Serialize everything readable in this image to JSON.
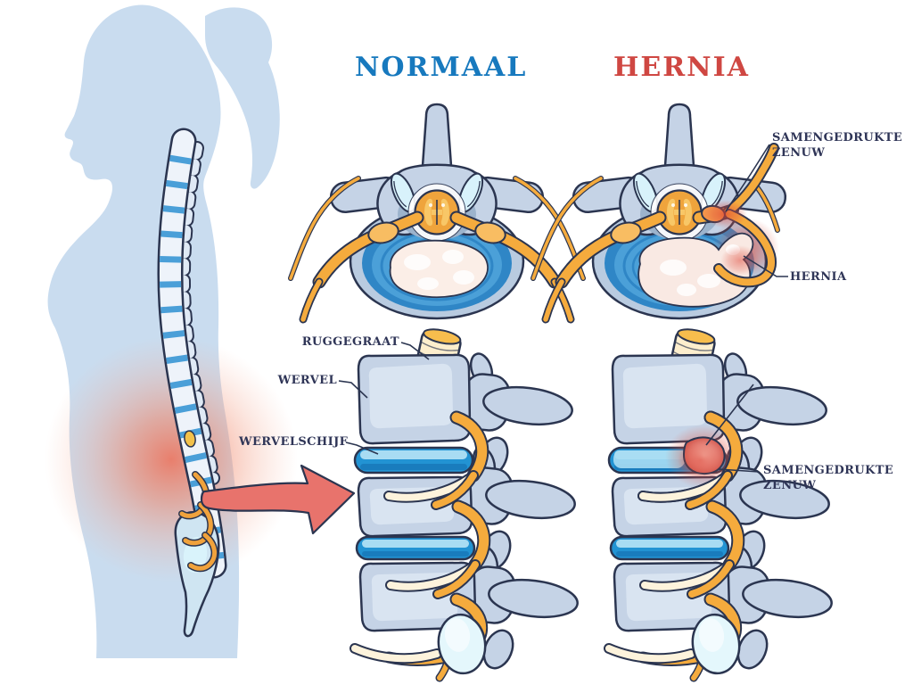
{
  "headers": {
    "normal": "NORMAAL",
    "hernia": "HERNIA"
  },
  "annotations": {
    "compressed_nerve_top": {
      "line1": "SAMENGEDRUKTE",
      "line2": "ZENUW"
    },
    "hernia_pointer": "HERNIA",
    "spinal_cord": "RUGGEGRAAT",
    "vertebra": "WERVEL",
    "disc": "WERVELSCHIJF",
    "compressed_nerve_bottom": {
      "line1": "SAMENGEDRUKTE",
      "line2": "ZENUW"
    }
  },
  "colors": {
    "header_normal": "#1779be",
    "header_hernia": "#cf4742",
    "label_text": "#2f3557",
    "outline": "#2b3550",
    "silhouette": "#c9dcef",
    "bone": "#c5d3e6",
    "bone_highlight": "#dde7f3",
    "disc_blue_bright": "#2293d3",
    "disc_ring_dark": "#2f86c6",
    "disc_ring_mid": "#4ba0d8",
    "nucleus": "#fbeee7",
    "nerve_orange": "#f5ab3d",
    "nerve_cream": "#fdf3dc",
    "facet_cyan": "#d8f2fb",
    "cord_cream": "#fdeecd",
    "pain_arrow_red": "#e8736c",
    "pain_glow_red": "#ee6e55",
    "hernia_bulge_pink": "#e0766c"
  }
}
